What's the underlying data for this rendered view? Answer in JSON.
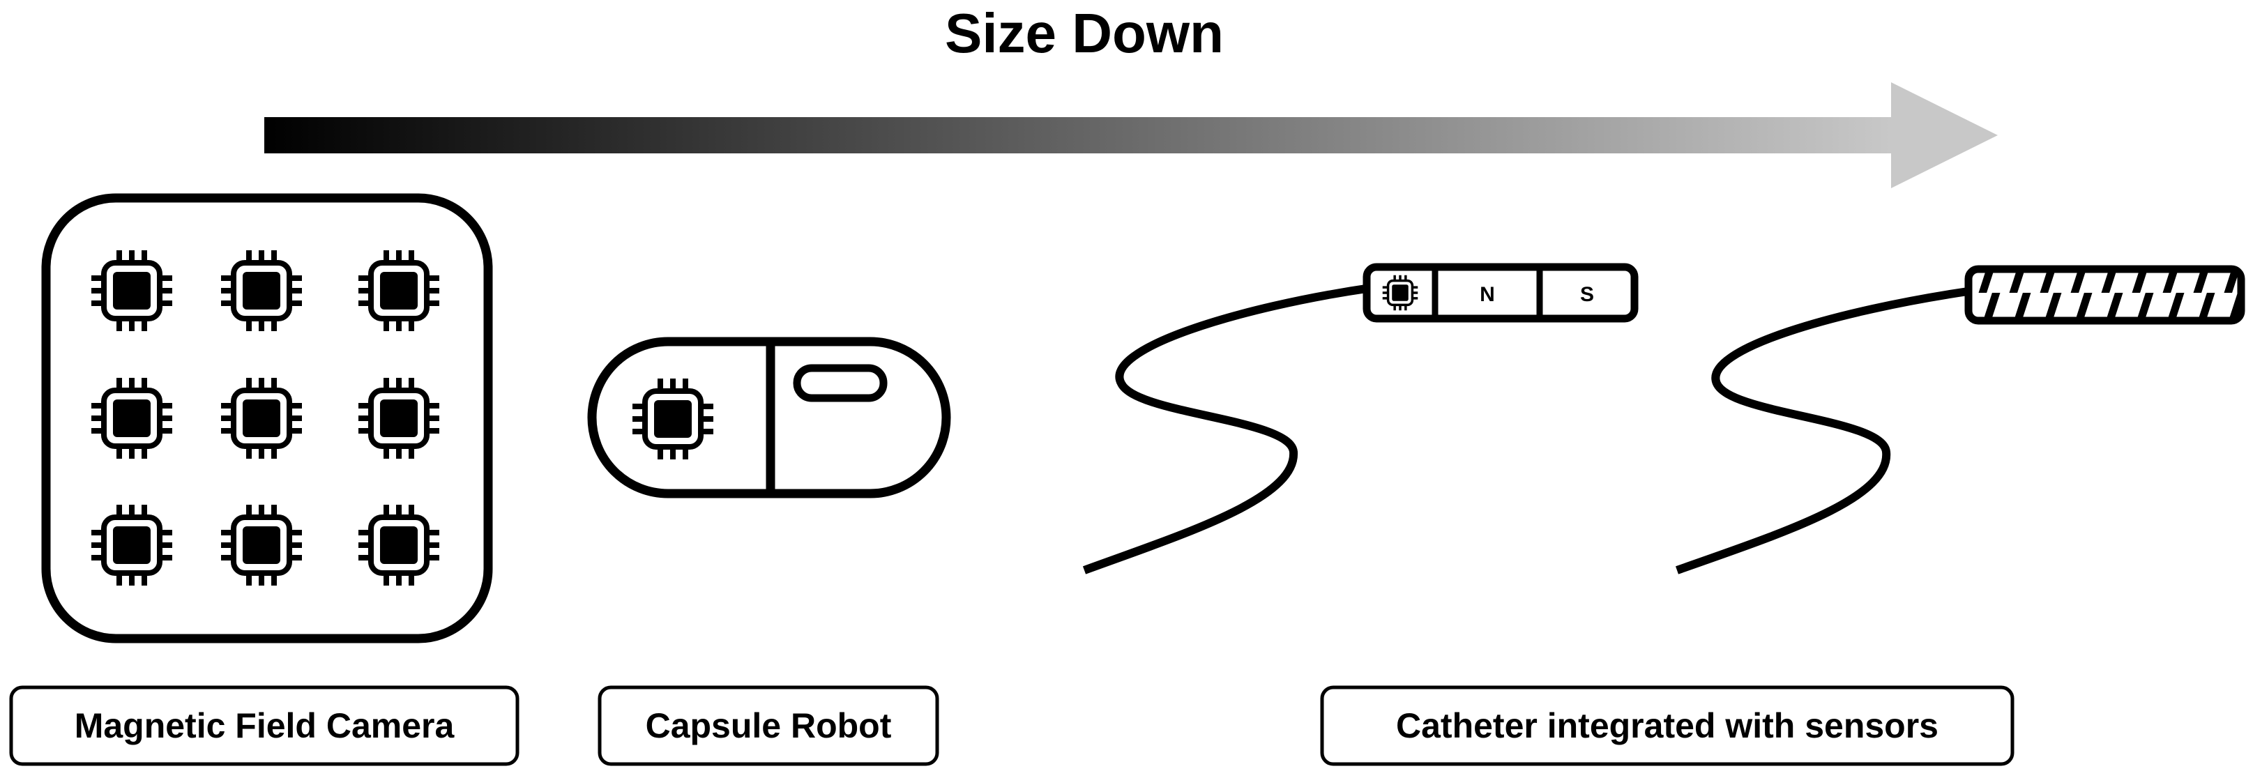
{
  "title": "Size Down",
  "arrow": {
    "gradient_start": "#000000",
    "gradient_end": "#c8c8c8"
  },
  "labels": {
    "camera": "Magnetic Field Camera",
    "capsule": "Capsule Robot",
    "catheter": "Catheter integrated with sensors"
  },
  "magnet": {
    "north": "N",
    "south": "S"
  },
  "colors": {
    "stroke": "#000000",
    "background": "#ffffff"
  },
  "icons": {
    "chip": "chip-icon",
    "camera": "camera-grid-icon",
    "capsule": "capsule-robot-icon",
    "catheter": "catheter-icon"
  }
}
